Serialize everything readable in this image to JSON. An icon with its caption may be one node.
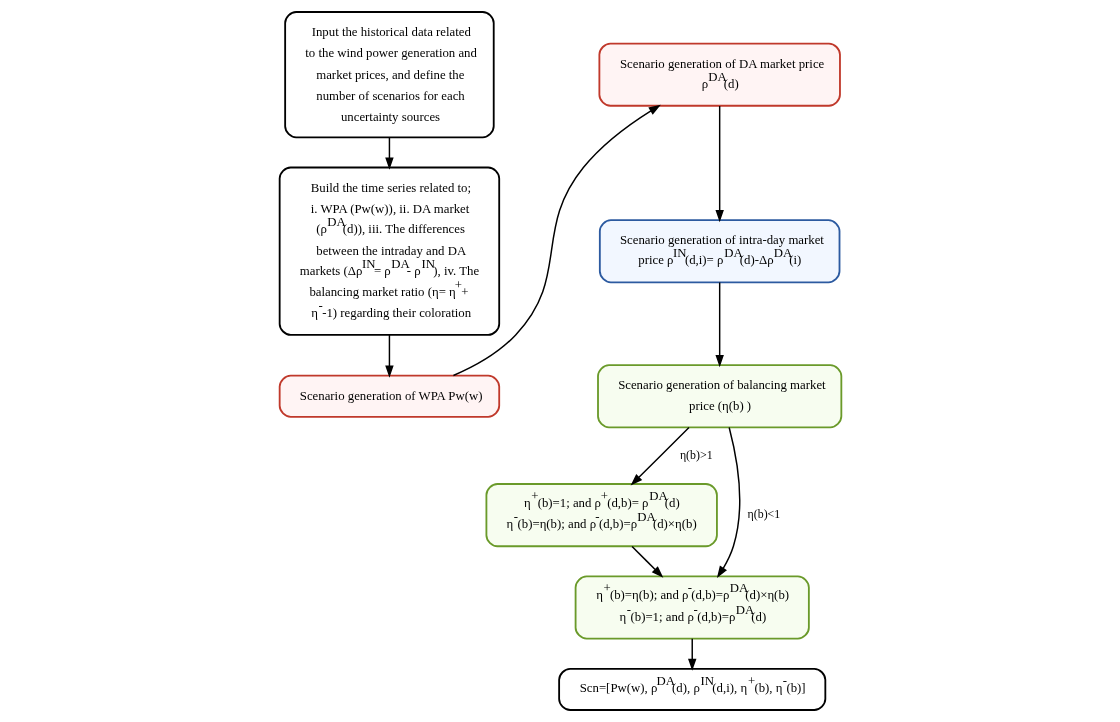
{
  "diagram": {
    "nodes": [
      {
        "text": [
          "Input the historical data related to the wind power generation and market prices, and define the number of scenarios for each uncertainty sources"
        ]
      },
      {
        "text": [
          "Build the time series related to; i. WPA (Pw(w)), ii. DA market (ρ$^{DA}$(d)), iii. The differences between the intraday and DA markets (Δρ$^{IN}$= ρ$^{DA}$- ρ$^{IN}$), iv. The balancing market ratio (η= η$^{+}$+ η$^{-}$-1) regarding their coloration"
        ]
      },
      {
        "text": [
          "Scenario generation of WPA Pw(w)"
        ]
      },
      {
        "text": [
          "Scenario generation of DA market price ρ$^{DA}$(d)"
        ]
      },
      {
        "text": [
          "Scenario generation of intra-day market price ρ$^{IN}$(d,i)= ρ$^{DA}$(d)-Δρ$^{DA}$(i)"
        ]
      },
      {
        "text": [
          "Scenario generation of balancing market price (η(b) )"
        ]
      },
      {
        "text": [
          "η$^{+}$(b)=1; and ρ$^{+}$(d,b)= ρ$^{DA}$(d)",
          "η$^{-}$(b)=η(b); and ρ$^{-}$(d,b)=ρ$^{DA}$(d)×η(b)"
        ]
      },
      {
        "text": [
          "η$^{+}$(b)=η(b); and ρ$^{-}$(d,b)=ρ$^{DA}$(d)×η(b)",
          "η$^{-}$(b)=1; and ρ$^{-}$(d,b)=ρ$^{DA}$(d)"
        ]
      },
      {
        "text": [
          "Scn=[Pw(w), ρ$^{DA}$(d), ρ$^{IN}$(d,i), η$^{+}$(b), η$^{-}$(b)]"
        ]
      }
    ],
    "edges": [
      {
        "from": 0,
        "to": 1,
        "arrow": "to"
      },
      {
        "from": 1,
        "to": 2,
        "arrow": "to"
      },
      {
        "from": 2,
        "to": 3,
        "arrow": "to"
      },
      {
        "from": 3,
        "to": 4,
        "arrow": "to"
      },
      {
        "from": 4,
        "to": 5,
        "arrow": "to"
      },
      {
        "from": 5,
        "to": 6,
        "arrow": "to",
        "label": "η(b)>1"
      },
      {
        "from": 5,
        "to": 7,
        "arrow": "to",
        "label": "η(b)<1"
      },
      {
        "from": 6,
        "to": 7,
        "arrow": "to"
      },
      {
        "from": 7,
        "to": 8,
        "arrow": "to"
      }
    ]
  }
}
